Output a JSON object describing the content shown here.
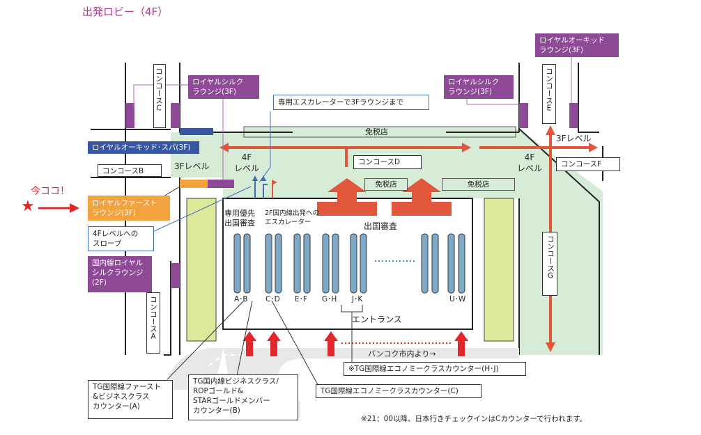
{
  "title": "出発ロビー（4F）",
  "now_here": "今ココ！",
  "star": "★",
  "lounges": {
    "royal_silk_c": "ロイヤルシルク\nラウンジ(3F)",
    "royal_silk_e": "ロイヤルシルク\nラウンジ(3F)",
    "royal_orchid": "ロイヤルオーキッド\nラウンジ(3F)",
    "royal_orchid_spa": "ロイヤルオーキッド･スパ(3F)",
    "royal_first": "ロイヤルファースト\nラウンジ(3F)",
    "domestic_silk": "国内線ロイヤル\nシルクラウンジ\n(2F)"
  },
  "concourses": {
    "a": "コンコースA",
    "b": "コンコースB",
    "c": "コンコースC",
    "d": "コンコースD",
    "e": "コンコースE",
    "f": "コンコースF",
    "g": "コンコースG"
  },
  "labels": {
    "duty_free_main": "免税店",
    "duty_free_left": "免税店",
    "duty_free_right": "免税店",
    "escalator_note": "専用エスカレーターで3Fラウンジまで",
    "level_4f_left": "4F\nレベル",
    "level_4f_right": "4F\nレベル",
    "level_3f_left": "3Fレベル",
    "level_3f_right": "3Fレベル",
    "slope": "4Fレベルへの\nスロープ",
    "priority_immigration": "専用優先\n出国審査",
    "domestic_escalator": "2F国内線出発への\nエスカレーター",
    "immigration": "出国審査",
    "entrance": "エントランス",
    "from_bangkok": "バンコク市内より→",
    "counter_hj": "※TG国際線エコノミークラスカウンター(H･J)",
    "counter_c": "TG国際線エコノミークラスカウンター(C)",
    "counter_a": "TG国際線ファースト\n&ビジネスクラス\nカウンター(A)",
    "counter_b": "TG国内線ビジネスクラス/\nROPゴールド&\nSTARゴールドメンバー\nカウンター(B)",
    "footnote": "※21：00以降、日本行きチェックインはCカウンターで行われます。"
  },
  "gates": [
    "A･B",
    "C･D",
    "E･F",
    "G･H",
    "J･K",
    "U･W"
  ],
  "colors": {
    "title": "#b0368f",
    "lounge_purple": "#8e4a97",
    "first_orange": "#f3a33d",
    "spa_blue": "#3857a3",
    "route_red": "#e0573c",
    "arrow_red": "#e3262b",
    "area_green": "#d6ecd6",
    "pillar_green": "#dde89a",
    "counter_blue": "#7fa9c9"
  }
}
